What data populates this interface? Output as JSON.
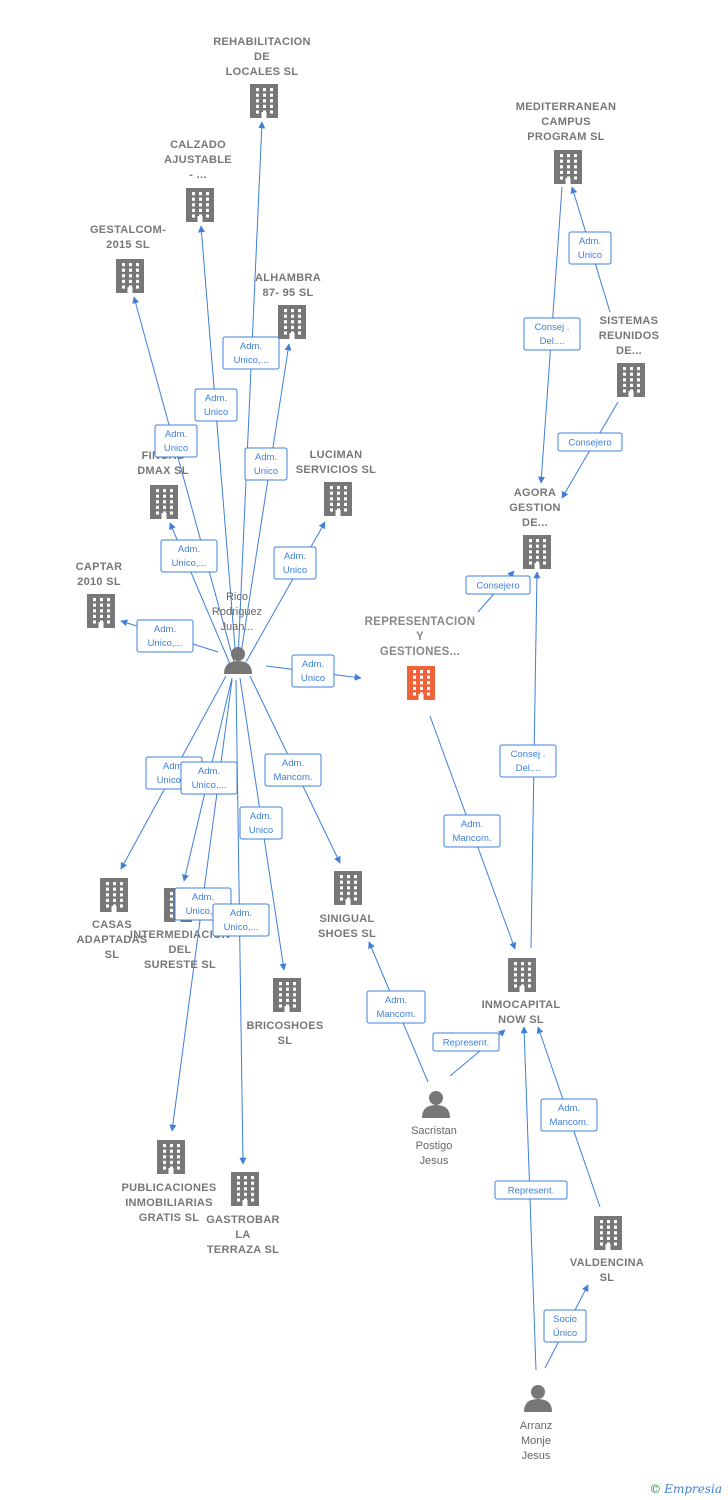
{
  "colors": {
    "edge": "#3f7fd8",
    "company": "#777777",
    "main_company": "#f0623a",
    "person": "#777777"
  },
  "nodes": [
    {
      "id": "rehab",
      "type": "company",
      "label": [
        "REHABILITACION",
        "DE",
        "LOCALES  SL"
      ],
      "icon": "building-icon"
    },
    {
      "id": "calzado",
      "type": "company",
      "label": [
        "CALZADO",
        "AJUSTABLE",
        "- ..."
      ],
      "icon": "building-icon"
    },
    {
      "id": "gestalcom",
      "type": "company",
      "label": [
        "GESTALCOM-",
        "2015  SL"
      ],
      "icon": "building-icon"
    },
    {
      "id": "alhambra",
      "type": "company",
      "label": [
        "ALHAMBRA",
        "87- 95 SL"
      ],
      "icon": "building-icon"
    },
    {
      "id": "finca",
      "type": "company",
      "label": [
        "FINCAS",
        "DMAX  SL"
      ],
      "icon": "building-icon"
    },
    {
      "id": "luciman",
      "type": "company",
      "label": [
        "LUCIMAN",
        "SERVICIOS  SL"
      ],
      "icon": "building-icon"
    },
    {
      "id": "captar",
      "type": "company",
      "label": [
        "CAPTAR",
        "2010  SL"
      ],
      "icon": "building-icon"
    },
    {
      "id": "mediterranean",
      "type": "company",
      "label": [
        "MEDITERRANEAN",
        "CAMPUS",
        "PROGRAM SL"
      ],
      "icon": "building-icon"
    },
    {
      "id": "sistemas",
      "type": "company",
      "label": [
        "SISTEMAS",
        "REUNIDOS",
        "DE..."
      ],
      "icon": "building-icon"
    },
    {
      "id": "agora",
      "type": "company",
      "label": [
        "AGORA",
        "GESTION",
        "DE..."
      ],
      "icon": "building-icon"
    },
    {
      "id": "representacion",
      "type": "main",
      "label": [
        "REPRESENTACION",
        "Y",
        "GESTIONES..."
      ],
      "icon": "building-icon"
    },
    {
      "id": "casas",
      "type": "company",
      "label": [
        "CASAS",
        "ADAPTADAS",
        "SL"
      ],
      "icon": "building-icon"
    },
    {
      "id": "intermediacion",
      "type": "company",
      "label": [
        "INTERMEDIACION",
        "DEL",
        "SURESTE SL"
      ],
      "icon": "building-icon"
    },
    {
      "id": "sinigual",
      "type": "company",
      "label": [
        "SINIGUAL",
        "SHOES  SL"
      ],
      "icon": "building-icon"
    },
    {
      "id": "bricoshoes",
      "type": "company",
      "label": [
        "BRICOSHOES",
        "SL"
      ],
      "icon": "building-icon"
    },
    {
      "id": "inmocapital",
      "type": "company",
      "label": [
        "INMOCAPITAL",
        "NOW  SL"
      ],
      "icon": "building-icon"
    },
    {
      "id": "publicaciones",
      "type": "company",
      "label": [
        "PUBLICACIONES",
        "INMOBILIARIAS",
        "GRATIS  SL"
      ],
      "icon": "building-icon"
    },
    {
      "id": "gastrobar",
      "type": "company",
      "label": [
        "GASTROBAR",
        "LA",
        "TERRAZA  SL"
      ],
      "icon": "building-icon"
    },
    {
      "id": "valdencina",
      "type": "company",
      "label": [
        "VALDENCINA",
        "SL"
      ],
      "icon": "building-icon"
    },
    {
      "id": "rico",
      "type": "person",
      "label": [
        "Rico",
        "Rodriguez",
        "Juan..."
      ],
      "icon": "person-icon"
    },
    {
      "id": "sacristan",
      "type": "person",
      "label": [
        "Sacristan",
        "Postigo",
        "Jesus"
      ],
      "icon": "person-icon"
    },
    {
      "id": "arranz",
      "type": "person",
      "label": [
        "Arranz",
        "Monje",
        "Jesus"
      ],
      "icon": "person-icon"
    }
  ],
  "edges": [
    {
      "from": "rico",
      "to": "rehab",
      "label": [
        "Adm.",
        "Unico,..."
      ]
    },
    {
      "from": "rico",
      "to": "calzado",
      "label": [
        "Adm.",
        "Unico"
      ]
    },
    {
      "from": "rico",
      "to": "gestalcom",
      "label": [
        "Adm.",
        "Unico"
      ]
    },
    {
      "from": "rico",
      "to": "alhambra",
      "label": [
        "Adm.",
        "Unico"
      ]
    },
    {
      "from": "rico",
      "to": "finca",
      "label": [
        "Adm.",
        "Unico,..."
      ]
    },
    {
      "from": "rico",
      "to": "luciman",
      "label": [
        "Adm.",
        "Unico"
      ]
    },
    {
      "from": "rico",
      "to": "captar",
      "label": [
        "Adm.",
        "Unico,..."
      ]
    },
    {
      "from": "rico",
      "to": "representacion",
      "label": [
        "Adm.",
        "Unico"
      ]
    },
    {
      "from": "rico",
      "to": "casas",
      "label": [
        "Adm.",
        "Unico,..."
      ]
    },
    {
      "from": "rico",
      "to": "intermediacion",
      "label": [
        "Adm.",
        "Unico,..."
      ]
    },
    {
      "from": "rico",
      "to": "sinigual",
      "label": [
        "Adm.",
        "Mancom."
      ]
    },
    {
      "from": "rico",
      "to": "bricoshoes",
      "label": [
        "Adm.",
        "Unico"
      ]
    },
    {
      "from": "rico",
      "to": "publicaciones",
      "label": [
        "Adm.",
        "Unico,..."
      ]
    },
    {
      "from": "rico",
      "to": "gastrobar",
      "label": [
        "Adm.",
        "Unico,..."
      ]
    },
    {
      "from": "agora",
      "to": "mediterranean",
      "label": [
        "Consej .",
        "Del...."
      ]
    },
    {
      "from": "sistemas",
      "to": "mediterranean",
      "label": [
        "Adm.",
        "Unico"
      ]
    },
    {
      "from": "sistemas",
      "to": "agora",
      "label": [
        "Consejero"
      ]
    },
    {
      "from": "representacion",
      "to": "agora",
      "label": [
        "Consejero"
      ]
    },
    {
      "from": "inmocapital",
      "to": "agora",
      "label": [
        "Consej .",
        "Del...."
      ]
    },
    {
      "from": "representacion",
      "to": "inmocapital",
      "label": [
        "Adm.",
        "Mancom."
      ]
    },
    {
      "from": "sacristan",
      "to": "sinigual",
      "label": [
        "Adm.",
        "Mancom."
      ]
    },
    {
      "from": "sacristan",
      "to": "inmocapital",
      "label": [
        "Represent."
      ]
    },
    {
      "from": "arranz",
      "to": "inmocapital",
      "label": [
        "Represent."
      ]
    },
    {
      "from": "valdencina",
      "to": "inmocapital",
      "label": [
        "Adm.",
        "Mancom."
      ]
    },
    {
      "from": "arranz",
      "to": "valdencina",
      "label": [
        "Socio",
        "Único"
      ]
    }
  ],
  "footer": {
    "copyright": "©",
    "brand": "Empresia"
  }
}
